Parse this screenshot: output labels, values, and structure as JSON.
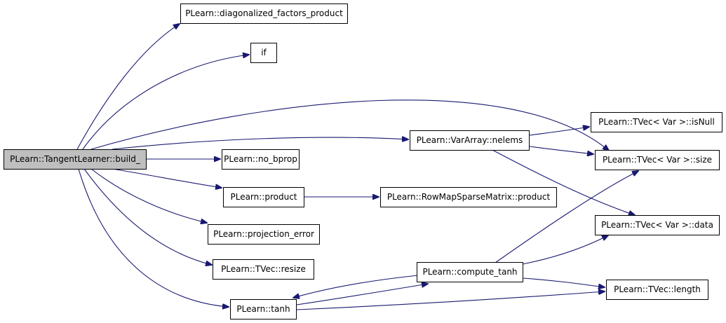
{
  "graph": {
    "nodes": {
      "root": "PLearn::TangentLearner::build_",
      "diag": "PLearn::diagonalized_factors_product",
      "if": "if",
      "nelems": "PLearn::VarArray::nelems",
      "nobprop": "PLearn::no_bprop",
      "product": "PLearn::product",
      "projerr": "PLearn::projection_error",
      "resize": "PLearn::TVec::resize",
      "tanh": "PLearn::tanh",
      "rowmap": "PLearn::RowMapSparseMatrix::product",
      "computetanh": "PLearn::compute_tanh",
      "isnull": "PLearn::TVec< Var >::isNull",
      "size": "PLearn::TVec< Var >::size",
      "data": "PLearn::TVec< Var >::data",
      "length": "PLearn::TVec::length"
    },
    "edge_color": "#191970",
    "root_fill": "#bfbfbf"
  }
}
